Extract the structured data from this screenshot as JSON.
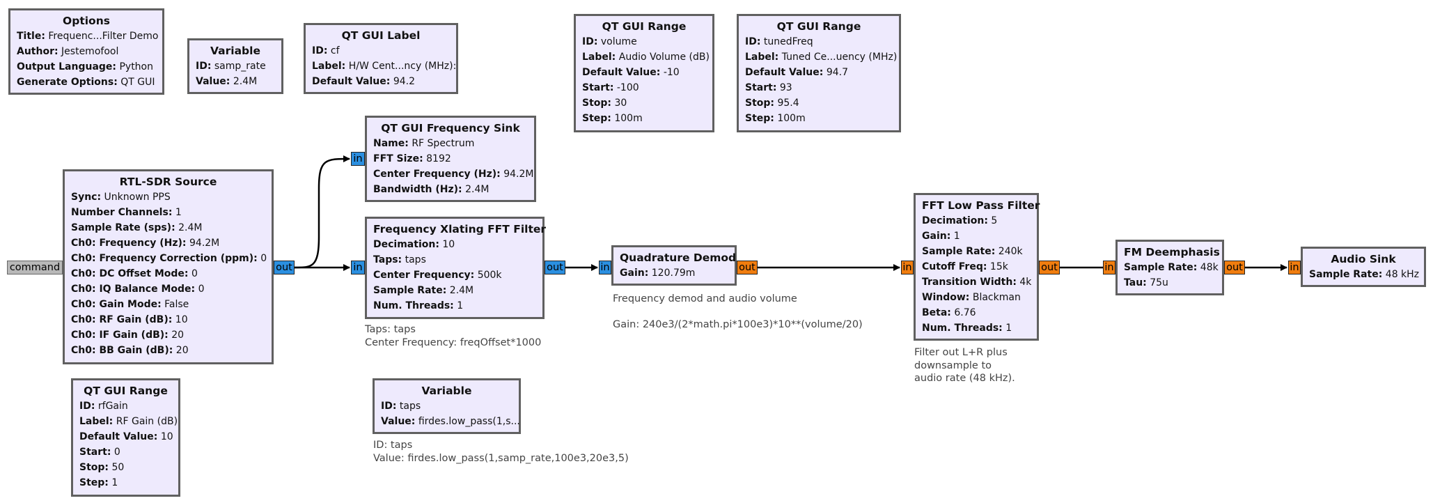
{
  "blocks": {
    "options": {
      "title": "Options",
      "rows": [
        {
          "k": "Title:",
          "v": "Frequenc...Filter Demo"
        },
        {
          "k": "Author:",
          "v": "Jestemofool"
        },
        {
          "k": "Output Language:",
          "v": "Python"
        },
        {
          "k": "Generate Options:",
          "v": "QT GUI"
        }
      ]
    },
    "var_samp_rate": {
      "title": "Variable",
      "rows": [
        {
          "k": "ID:",
          "v": "samp_rate"
        },
        {
          "k": "Value:",
          "v": "2.4M"
        }
      ]
    },
    "label_cf": {
      "title": "QT GUI Label",
      "rows": [
        {
          "k": "ID:",
          "v": "cf"
        },
        {
          "k": "Label:",
          "v": "H/W Cent...ncy (MHz):"
        },
        {
          "k": "Default Value:",
          "v": "94.2"
        }
      ]
    },
    "range_volume": {
      "title": "QT GUI Range",
      "rows": [
        {
          "k": "ID:",
          "v": "volume"
        },
        {
          "k": "Label:",
          "v": "Audio Volume (dB)"
        },
        {
          "k": "Default Value:",
          "v": "-10"
        },
        {
          "k": "Start:",
          "v": "-100"
        },
        {
          "k": "Stop:",
          "v": "30"
        },
        {
          "k": "Step:",
          "v": "100m"
        }
      ]
    },
    "range_tuned": {
      "title": "QT GUI Range",
      "rows": [
        {
          "k": "ID:",
          "v": "tunedFreq"
        },
        {
          "k": "Label:",
          "v": "Tuned Ce...uency (MHz)"
        },
        {
          "k": "Default Value:",
          "v": "94.7"
        },
        {
          "k": "Start:",
          "v": "93"
        },
        {
          "k": "Stop:",
          "v": "95.4"
        },
        {
          "k": "Step:",
          "v": "100m"
        }
      ]
    },
    "freq_sink": {
      "title": "QT GUI Frequency Sink",
      "rows": [
        {
          "k": "Name:",
          "v": "RF Spectrum"
        },
        {
          "k": "FFT Size:",
          "v": "8192"
        },
        {
          "k": "Center Frequency (Hz):",
          "v": "94.2M"
        },
        {
          "k": "Bandwidth (Hz):",
          "v": "2.4M"
        }
      ]
    },
    "rtl_sdr": {
      "title": "RTL-SDR Source",
      "rows": [
        {
          "k": "Sync:",
          "v": "Unknown PPS"
        },
        {
          "k": "Number Channels:",
          "v": "1"
        },
        {
          "k": "Sample Rate (sps):",
          "v": "2.4M"
        },
        {
          "k": "Ch0: Frequency (Hz):",
          "v": "94.2M"
        },
        {
          "k": "Ch0: Frequency Correction (ppm):",
          "v": "0"
        },
        {
          "k": "Ch0: DC Offset Mode:",
          "v": "0"
        },
        {
          "k": "Ch0: IQ Balance Mode:",
          "v": "0"
        },
        {
          "k": "Ch0: Gain Mode:",
          "v": "False"
        },
        {
          "k": "Ch0: RF Gain (dB):",
          "v": "10"
        },
        {
          "k": "Ch0: IF Gain (dB):",
          "v": "20"
        },
        {
          "k": "Ch0: BB Gain (dB):",
          "v": "20"
        }
      ]
    },
    "xlating": {
      "title": "Frequency Xlating FFT Filter",
      "rows": [
        {
          "k": "Decimation:",
          "v": "10"
        },
        {
          "k": "Taps:",
          "v": "taps"
        },
        {
          "k": "Center Frequency:",
          "v": "500k"
        },
        {
          "k": "Sample Rate:",
          "v": "2.4M"
        },
        {
          "k": "Num. Threads:",
          "v": "1"
        }
      ]
    },
    "quad_demod": {
      "title": "Quadrature Demod",
      "rows": [
        {
          "k": "Gain:",
          "v": "120.79m"
        }
      ]
    },
    "fft_lpf": {
      "title": "FFT Low Pass Filter",
      "rows": [
        {
          "k": "Decimation:",
          "v": "5"
        },
        {
          "k": "Gain:",
          "v": "1"
        },
        {
          "k": "Sample Rate:",
          "v": "240k"
        },
        {
          "k": "Cutoff Freq:",
          "v": "15k"
        },
        {
          "k": "Transition Width:",
          "v": "4k"
        },
        {
          "k": "Window:",
          "v": "Blackman"
        },
        {
          "k": "Beta:",
          "v": "6.76"
        },
        {
          "k": "Num. Threads:",
          "v": "1"
        }
      ]
    },
    "fm_deemph": {
      "title": "FM Deemphasis",
      "rows": [
        {
          "k": "Sample Rate:",
          "v": "48k"
        },
        {
          "k": "Tau:",
          "v": "75u"
        }
      ]
    },
    "audio_sink": {
      "title": "Audio Sink",
      "rows": [
        {
          "k": "Sample Rate:",
          "v": "48 kHz"
        }
      ]
    },
    "range_rfgain": {
      "title": "QT GUI Range",
      "rows": [
        {
          "k": "ID:",
          "v": "rfGain"
        },
        {
          "k": "Label:",
          "v": "RF Gain (dB)"
        },
        {
          "k": "Default Value:",
          "v": "10"
        },
        {
          "k": "Start:",
          "v": "0"
        },
        {
          "k": "Stop:",
          "v": "50"
        },
        {
          "k": "Step:",
          "v": "1"
        }
      ]
    },
    "var_taps": {
      "title": "Variable",
      "rows": [
        {
          "k": "ID:",
          "v": "taps"
        },
        {
          "k": "Value:",
          "v": "firdes.low_pass(1,s..."
        }
      ]
    }
  },
  "ports": {
    "command": "command",
    "in": "in",
    "out": "out"
  },
  "notes": {
    "xlating": "Taps: taps\nCenter Frequency: freqOffset*1000",
    "quad_demod": "Frequency demod and audio volume\n\nGain: 240e3/(2*math.pi*100e3)*10**(volume/20)",
    "fft_lpf": "Filter out L+R plus\ndownsample to\naudio rate (48 kHz).",
    "var_taps": "ID: taps\nValue: firdes.low_pass(1,samp_rate,100e3,20e3,5)"
  },
  "colors": {
    "block_fill": "#eeeafd",
    "block_border": "#606060",
    "port_complex": "#2b8fe0",
    "port_float": "#f07d0f",
    "port_message": "#b8b8b8"
  }
}
